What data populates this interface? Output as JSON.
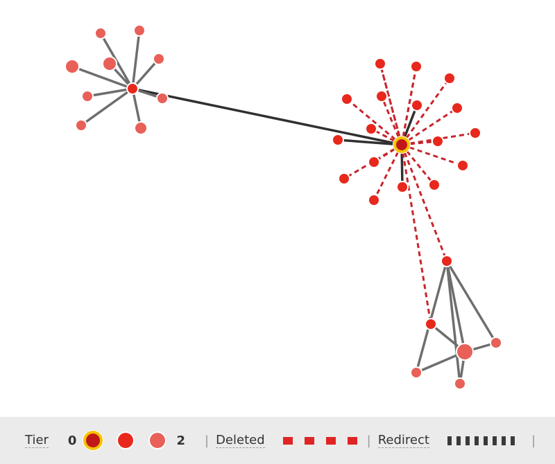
{
  "legend": {
    "tier_label": "Tier",
    "tier_min": "0",
    "tier_max": "2",
    "deleted_label": "Deleted",
    "redirect_label": "Redirect"
  },
  "colors": {
    "tier0_fill": "#c01818",
    "tier0_ring": "#f5c400",
    "tier1": "#e8281c",
    "tier2": "#e86058",
    "edge_normal": "#6e6e6e",
    "edge_dark": "#303030",
    "edge_deleted": "#c8242c",
    "background_legend": "#ebebeb"
  },
  "graph": {
    "nodes": [
      {
        "id": "main",
        "tier": 0
      },
      {
        "id": "a1",
        "tier": 1
      },
      {
        "id": "a2",
        "tier": 1
      },
      {
        "id": "a3",
        "tier": 1
      },
      {
        "id": "a4",
        "tier": 1
      },
      {
        "id": "a5",
        "tier": 1
      },
      {
        "id": "a6",
        "tier": 1
      },
      {
        "id": "a7",
        "tier": 1
      },
      {
        "id": "a8",
        "tier": 1
      },
      {
        "id": "a9",
        "tier": 1
      },
      {
        "id": "a10",
        "tier": 1
      },
      {
        "id": "a11",
        "tier": 1
      },
      {
        "id": "a12",
        "tier": 1
      },
      {
        "id": "a13",
        "tier": 1
      },
      {
        "id": "a14",
        "tier": 1
      },
      {
        "id": "a15",
        "tier": 1
      },
      {
        "id": "a16",
        "tier": 1
      },
      {
        "id": "a17",
        "tier": 1
      },
      {
        "id": "a18",
        "tier": 1
      },
      {
        "id": "a19",
        "tier": 1
      },
      {
        "id": "hubL",
        "tier": 1
      },
      {
        "id": "l1",
        "tier": 2
      },
      {
        "id": "l2",
        "tier": 2
      },
      {
        "id": "l3",
        "tier": 2
      },
      {
        "id": "l4",
        "tier": 2
      },
      {
        "id": "l5",
        "tier": 2
      },
      {
        "id": "l6",
        "tier": 2
      },
      {
        "id": "l7",
        "tier": 2
      },
      {
        "id": "l8",
        "tier": 2
      },
      {
        "id": "l9",
        "tier": 2
      },
      {
        "id": "b1",
        "tier": 1
      },
      {
        "id": "b2",
        "tier": 1
      },
      {
        "id": "b3",
        "tier": 2
      },
      {
        "id": "b4",
        "tier": 2
      },
      {
        "id": "b5",
        "tier": 2
      },
      {
        "id": "b6",
        "tier": 2
      }
    ],
    "edges": [
      {
        "s": "main",
        "t": "hubL",
        "type": "dark"
      },
      {
        "s": "main",
        "t": "a1",
        "type": "dark"
      },
      {
        "s": "main",
        "t": "a2",
        "type": "dark"
      },
      {
        "s": "main",
        "t": "a3",
        "type": "dark"
      },
      {
        "s": "main",
        "t": "a4",
        "type": "dotted"
      },
      {
        "s": "main",
        "t": "a5",
        "type": "deleted"
      },
      {
        "s": "main",
        "t": "a6",
        "type": "deleted"
      },
      {
        "s": "main",
        "t": "a7",
        "type": "deleted"
      },
      {
        "s": "main",
        "t": "a8",
        "type": "deleted"
      },
      {
        "s": "main",
        "t": "a9",
        "type": "deleted"
      },
      {
        "s": "main",
        "t": "a10",
        "type": "deleted"
      },
      {
        "s": "main",
        "t": "a11",
        "type": "deleted"
      },
      {
        "s": "main",
        "t": "a12",
        "type": "deleted"
      },
      {
        "s": "main",
        "t": "a13",
        "type": "deleted"
      },
      {
        "s": "main",
        "t": "a14",
        "type": "deleted"
      },
      {
        "s": "main",
        "t": "a15",
        "type": "deleted"
      },
      {
        "s": "main",
        "t": "a16",
        "type": "deleted"
      },
      {
        "s": "main",
        "t": "a17",
        "type": "deleted"
      },
      {
        "s": "main",
        "t": "a18",
        "type": "deleted"
      },
      {
        "s": "main",
        "t": "a19",
        "type": "deleted"
      },
      {
        "s": "main",
        "t": "b1",
        "type": "deleted"
      },
      {
        "s": "main",
        "t": "b2",
        "type": "deleted"
      },
      {
        "s": "hubL",
        "t": "l1",
        "type": "normal"
      },
      {
        "s": "hubL",
        "t": "l2",
        "type": "normal"
      },
      {
        "s": "hubL",
        "t": "l3",
        "type": "normal"
      },
      {
        "s": "hubL",
        "t": "l4",
        "type": "normal"
      },
      {
        "s": "hubL",
        "t": "l5",
        "type": "normal"
      },
      {
        "s": "hubL",
        "t": "l6",
        "type": "normal"
      },
      {
        "s": "hubL",
        "t": "l7",
        "type": "normal"
      },
      {
        "s": "hubL",
        "t": "l8",
        "type": "normal"
      },
      {
        "s": "hubL",
        "t": "l9",
        "type": "normal"
      },
      {
        "s": "b2",
        "t": "b4",
        "type": "normal"
      },
      {
        "s": "b1",
        "t": "b3",
        "type": "normal"
      },
      {
        "s": "b1",
        "t": "b4",
        "type": "normal"
      },
      {
        "s": "b1",
        "t": "b5",
        "type": "normal"
      },
      {
        "s": "b1",
        "t": "b6",
        "type": "normal"
      },
      {
        "s": "b3",
        "t": "b4",
        "type": "normal"
      },
      {
        "s": "b4",
        "t": "b6",
        "type": "normal"
      },
      {
        "s": "b4",
        "t": "b5",
        "type": "normal"
      }
    ]
  }
}
